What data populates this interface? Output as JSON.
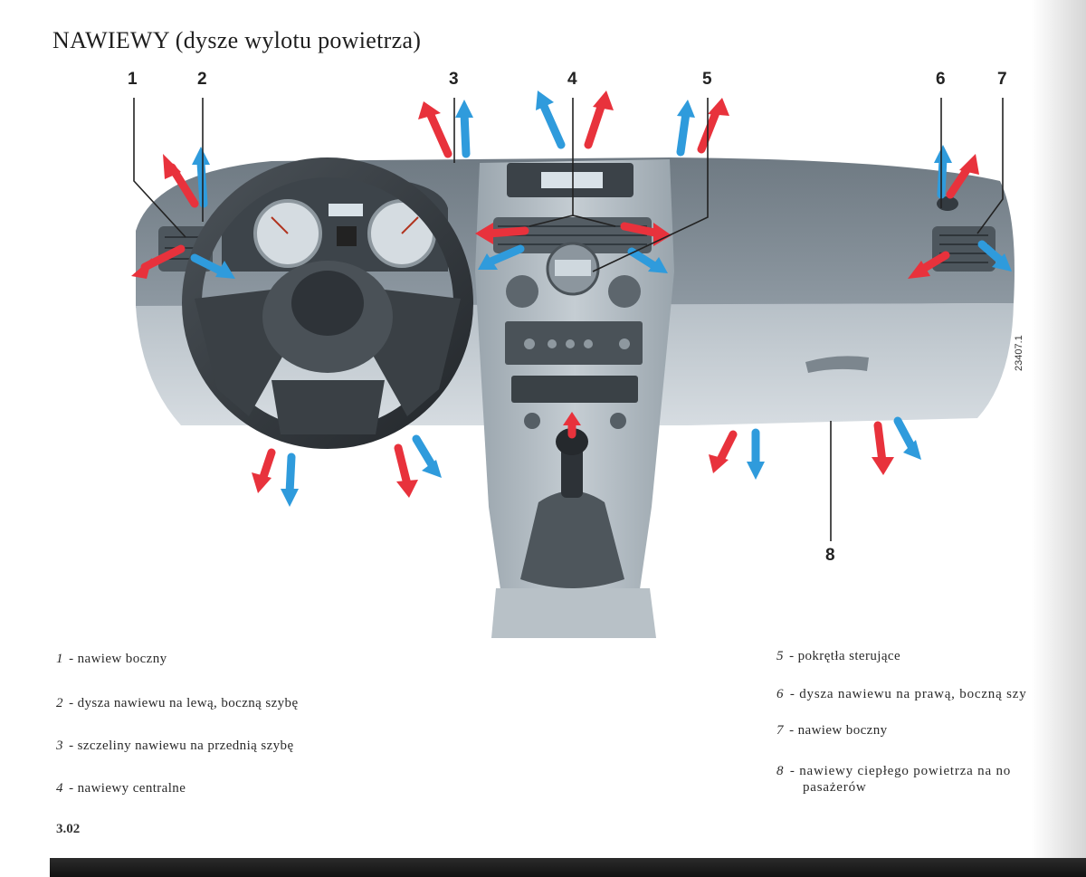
{
  "header": {
    "title": "NAWIEWY (dysze wylotu powietrza)"
  },
  "callouts": [
    "1",
    "2",
    "3",
    "4",
    "5",
    "6",
    "7",
    "8"
  ],
  "figure_code": "23407.1",
  "legend": [
    {
      "num": "1",
      "text": "- nawiew boczny"
    },
    {
      "num": "2",
      "text": "- dysza nawiewu na lewą, boczną szybę"
    },
    {
      "num": "3",
      "text": "- szczeliny nawiewu na przednią szybę"
    },
    {
      "num": "4",
      "text": "- nawiewy centralne"
    },
    {
      "num": "5",
      "text": "- pokrętła sterujące"
    },
    {
      "num": "6",
      "text": "- dysza nawiewu na prawą, boczną szy"
    },
    {
      "num": "7",
      "text": "- nawiew boczny"
    },
    {
      "num": "8",
      "text": "- nawiewy ciepłego powietrza na no",
      "cont": "pasażerów"
    }
  ],
  "footer": {
    "page_number": "3.02"
  },
  "colors": {
    "warm_air": "#e8323c",
    "cold_air": "#2f9bdc",
    "dashboard": "#7f8a93"
  }
}
